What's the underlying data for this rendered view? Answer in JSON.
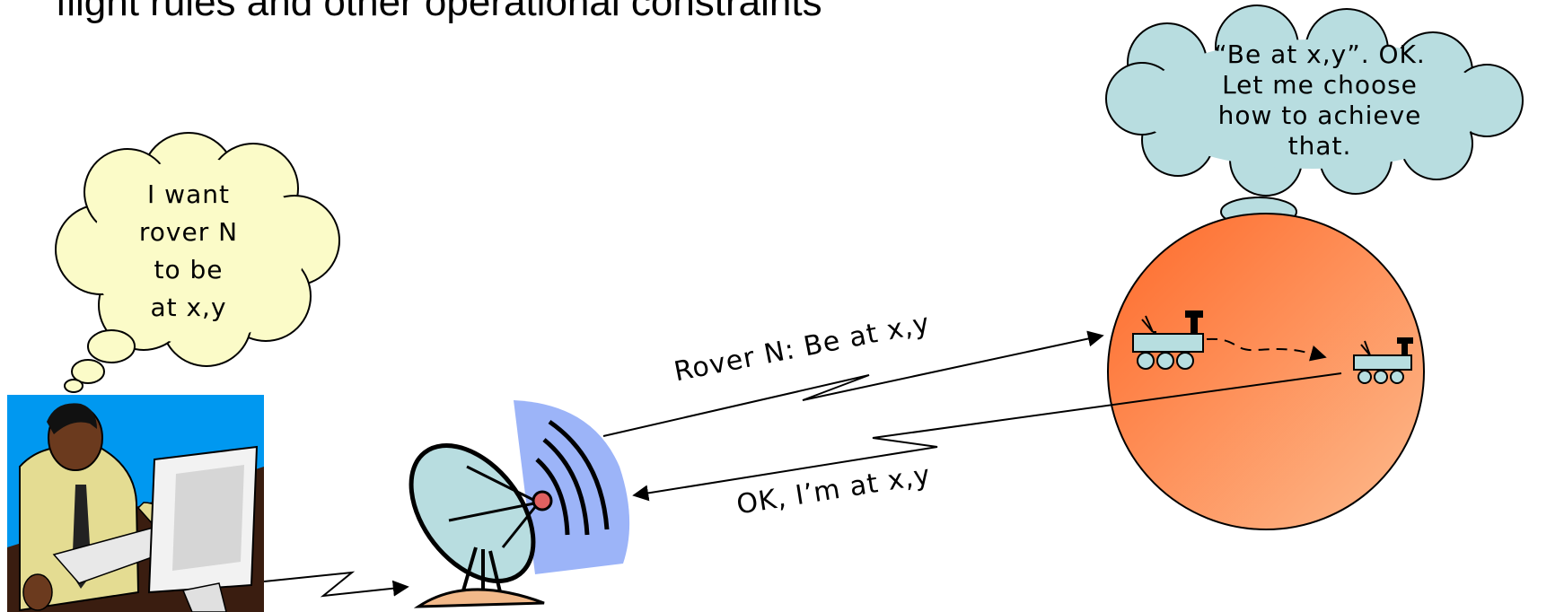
{
  "heading": "flight rules and other operational constraints",
  "operator_bubble": {
    "lines": [
      "I want",
      "rover N",
      "to be",
      "at x,y"
    ]
  },
  "rover_bubble": {
    "lines": [
      "“Be at x,y”. OK.",
      "Let me choose",
      "how to achieve",
      "that."
    ]
  },
  "uplink": {
    "label": "Rover N: Be at x,y"
  },
  "downlink": {
    "label": "OK, I’m at x,y"
  },
  "colors": {
    "operator_cloud": "#fbfbc8",
    "rover_cloud": "#b8dde0",
    "planet_light": "#fdbb8e",
    "planet_dark": "#fe6a2a",
    "rover_body": "#b7dee0",
    "screen_blue": "#0098f0",
    "dish_blue": "#9cb4f8"
  },
  "icons": [
    "operator-at-computer-icon",
    "satellite-dish-icon",
    "planet-icon",
    "rover-icon"
  ]
}
